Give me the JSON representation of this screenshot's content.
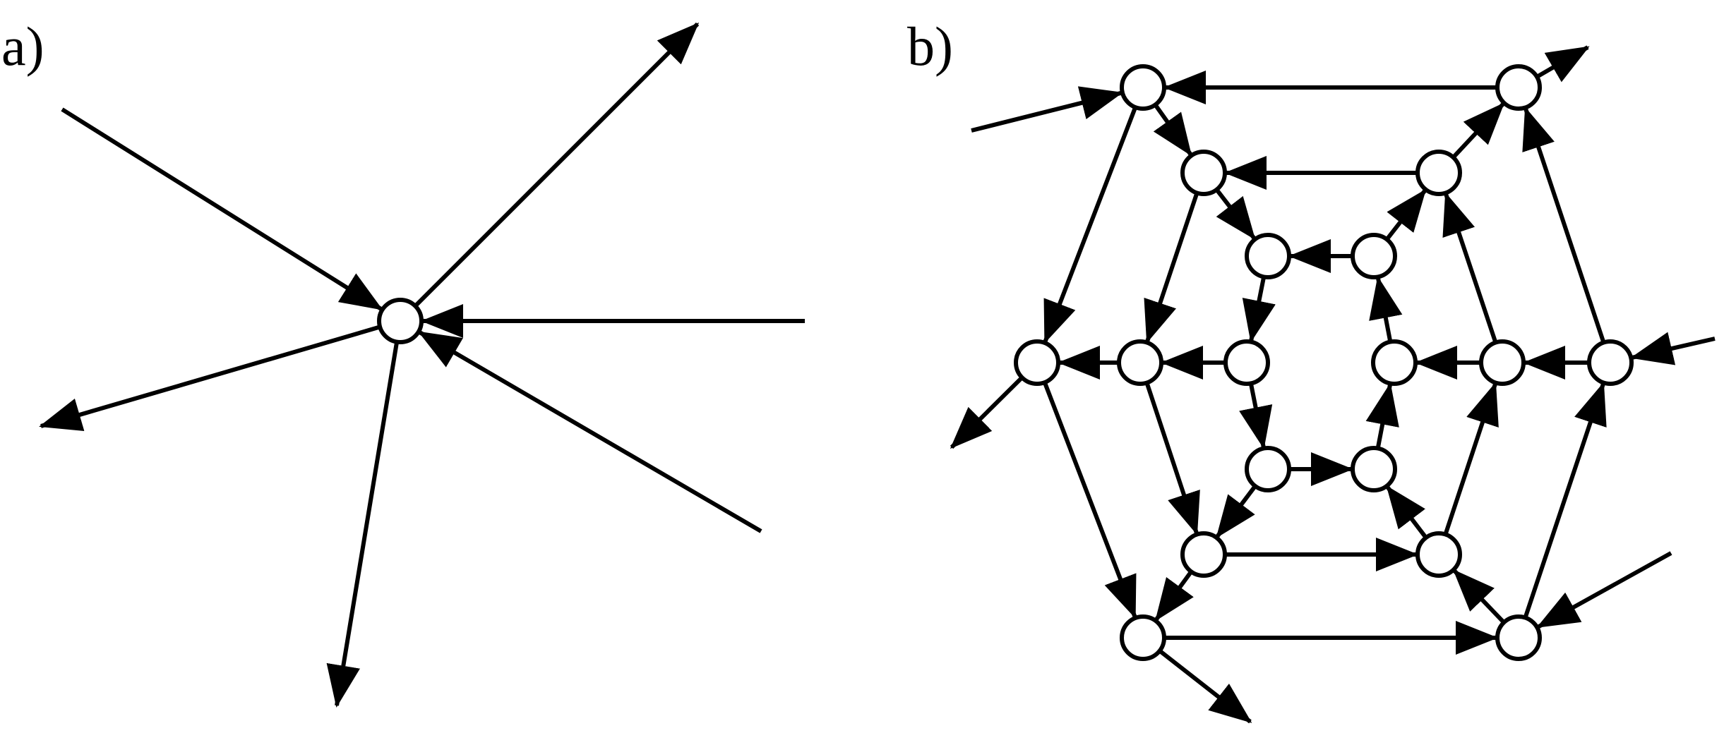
{
  "panels": [
    {
      "id": "a",
      "label": "a)"
    },
    {
      "id": "b",
      "label": "b)"
    }
  ],
  "colors": {
    "stroke": "#000000",
    "background": "#ffffff"
  }
}
